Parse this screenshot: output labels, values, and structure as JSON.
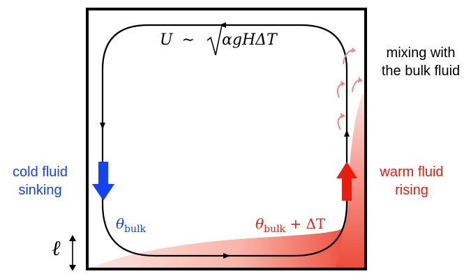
{
  "annotations": {
    "velocity_scale": {
      "U": "U",
      "sim": "∼",
      "radicand": "αgHΔT"
    },
    "mixing": [
      "mixing with",
      "the bulk fluid"
    ],
    "cold": [
      "cold fluid",
      "sinking"
    ],
    "warm": [
      "warm fluid",
      "rising"
    ],
    "theta_bulk_left": {
      "symbol": "θ",
      "sub": "bulk"
    },
    "theta_bulk_right": {
      "symbol": "θ",
      "sub": "bulk",
      "suffix": "+ ΔT"
    },
    "boundary_layer": "ℓ"
  },
  "colors": {
    "cold": "#1443f5",
    "warm": "#ea1c0e",
    "mixing_arrows": "#f08a7e",
    "box": "#000000"
  }
}
